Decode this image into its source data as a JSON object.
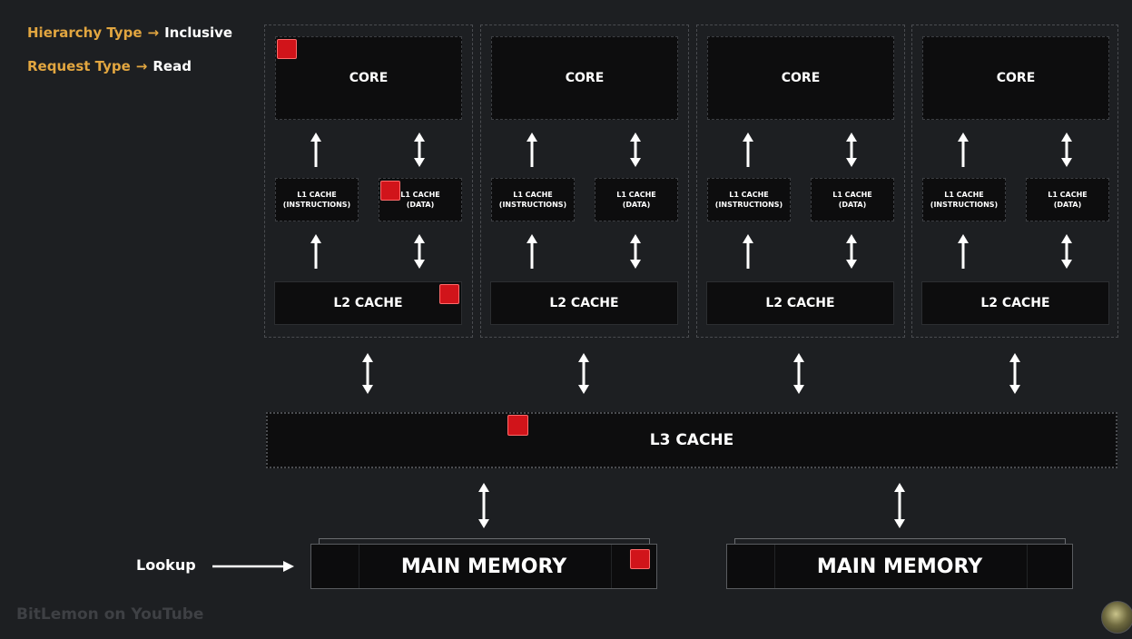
{
  "legend": {
    "hierarchy_key": "Hierarchy Type",
    "hierarchy_value": "Inclusive",
    "request_key": "Request Type",
    "request_value": "Read",
    "arrow": "→"
  },
  "cores": [
    {
      "core": "CORE",
      "l1i": "L1 CACHE\n(INSTRUCTIONS)",
      "l1d": "L1 CACHE\n(DATA)",
      "l2": "L2 CACHE"
    },
    {
      "core": "CORE",
      "l1i": "L1 CACHE\n(INSTRUCTIONS)",
      "l1d": "L1 CACHE\n(DATA)",
      "l2": "L2 CACHE"
    },
    {
      "core": "CORE",
      "l1i": "L1 CACHE\n(INSTRUCTIONS)",
      "l1d": "L1 CACHE\n(DATA)",
      "l2": "L2 CACHE"
    },
    {
      "core": "CORE",
      "l1i": "L1 CACHE\n(INSTRUCTIONS)",
      "l1d": "L1 CACHE\n(DATA)",
      "l2": "L2 CACHE"
    }
  ],
  "l3_label": "L3 CACHE",
  "memory": [
    {
      "label": "MAIN MEMORY"
    },
    {
      "label": "MAIN MEMORY"
    }
  ],
  "lookup_label": "Lookup",
  "watermark": "BitLemon on YouTube",
  "colors": {
    "background": "#1d1f22",
    "legend_key": "#e2a640",
    "data_block": "#d1141a"
  }
}
